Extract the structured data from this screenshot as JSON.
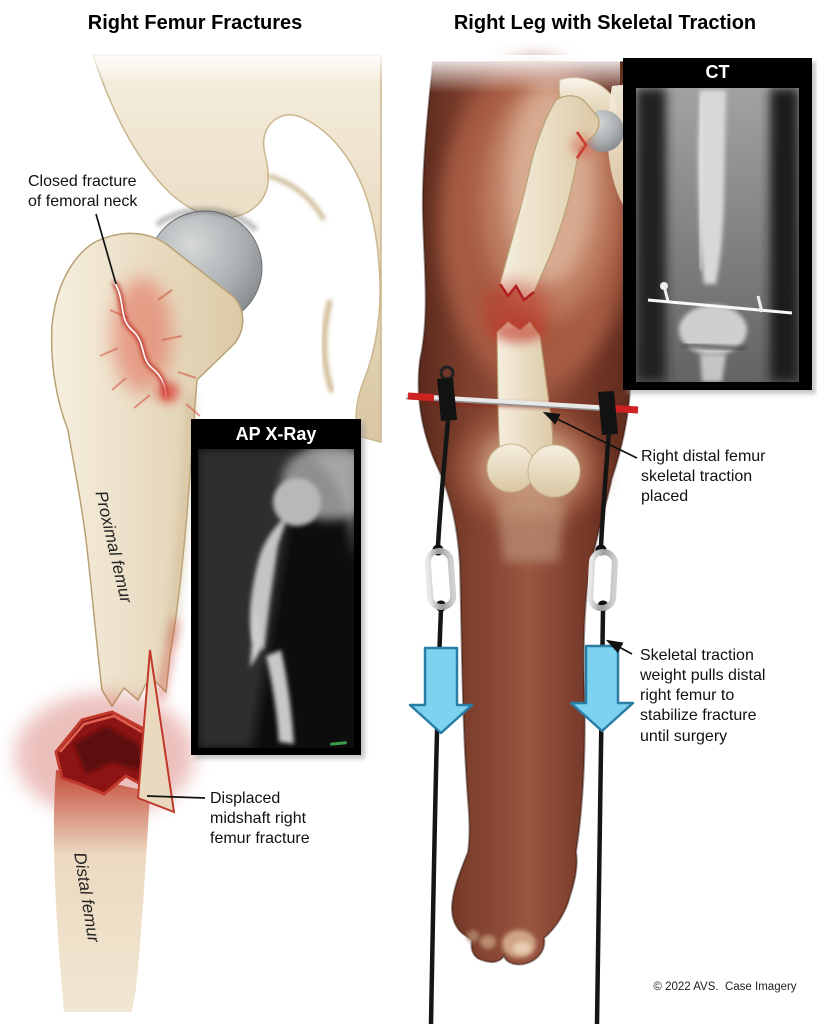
{
  "left_panel": {
    "title": "Right Femur Fractures",
    "label_closed_fracture": "Closed fracture\nof femoral neck",
    "label_proximal_femur": "Proximal femur",
    "label_distal_femur": "Distal femur",
    "label_displaced_fracture": "Displaced\nmidshaft right\nfemur fracture",
    "inset_title": "AP X-Ray"
  },
  "right_panel": {
    "title": "Right Leg with Skeletal Traction",
    "inset_title": "CT",
    "label_traction_placed": "Right distal femur\nskeletal traction\nplaced",
    "label_traction_weight": "Skeletal traction\nweight pulls distal\nright femur to\nstabilize fracture\nuntil surgery"
  },
  "footer": {
    "copyright": "© 2022 AVS.  Case Imagery"
  },
  "colors": {
    "background": "#ffffff",
    "text": "#111111",
    "skin_dark": "#5a2a1c",
    "skin_mid": "#8a4a36",
    "skin_light": "#9a5540",
    "bone_light": "#f6efdf",
    "bone_shadow": "#dcc9a6",
    "femoral_head_light": "#d6d8d9",
    "femoral_head_dark": "#777b7d",
    "fracture_red": "#c0392b",
    "marrow_dark_red": "#8c1414",
    "arrow_fill": "#7cd2ef",
    "arrow_outline": "#2a7da5",
    "pin_metal": "#e8e8e8",
    "pin_tip_red": "#cc2321",
    "cable_black": "#151515",
    "inset_bg": "#000000",
    "inset_title_color": "#ffffff",
    "xray_bone_gray": "#c8c8c8",
    "ct_bg_gray": "#8a8a8a"
  }
}
